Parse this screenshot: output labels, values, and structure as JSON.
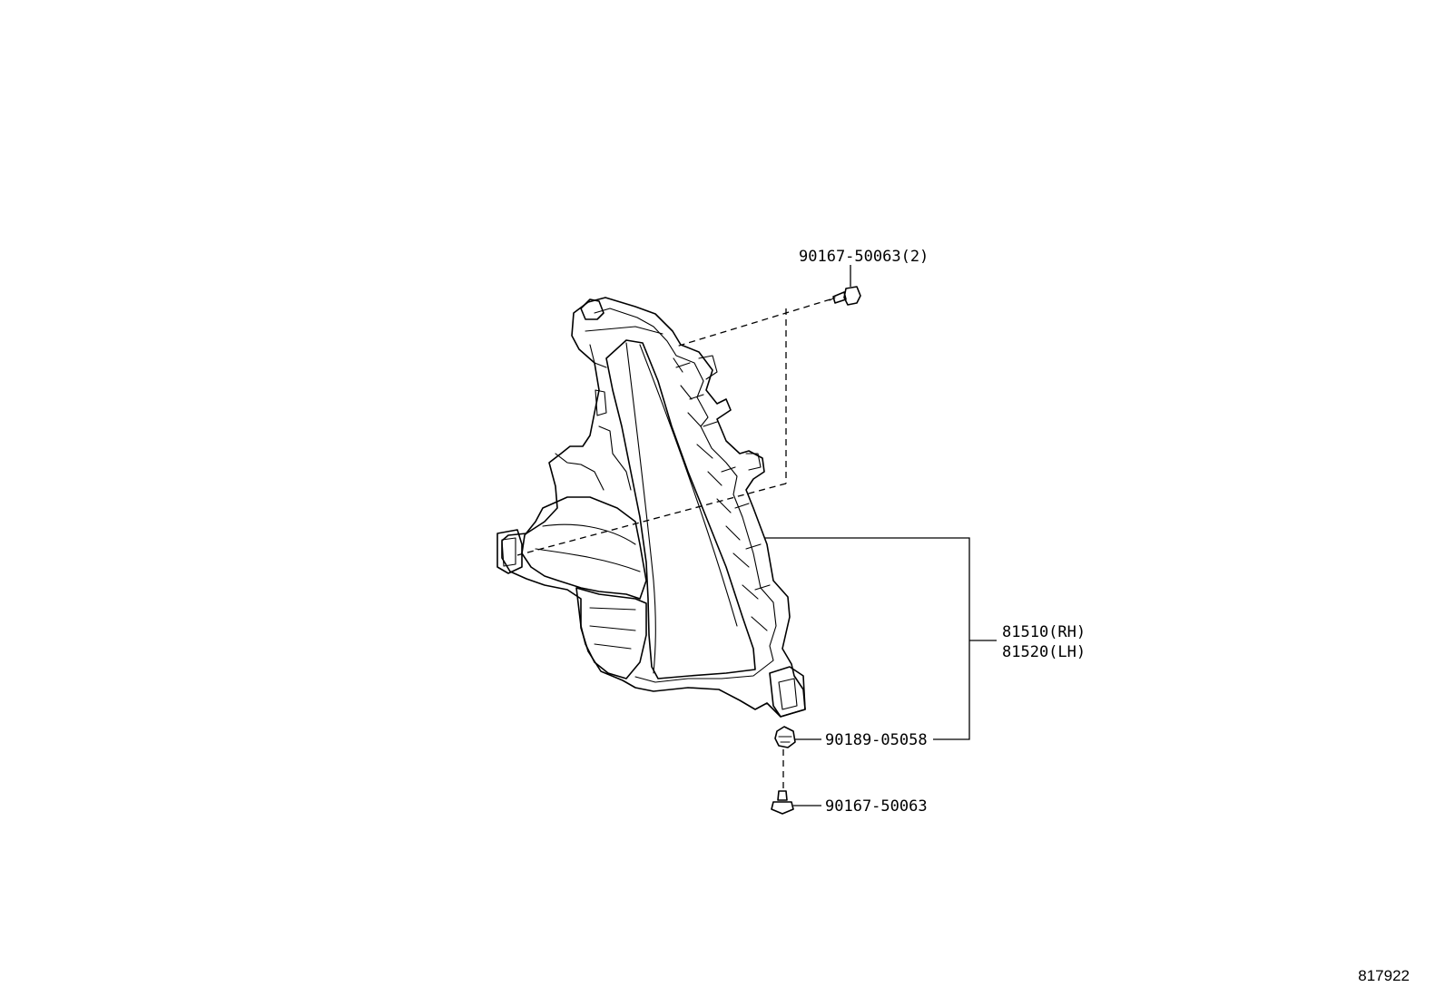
{
  "callouts": {
    "screw_top": "90167-50063(2)",
    "lamp_rh": "81510(RH)",
    "lamp_lh": "81520(LH)",
    "clip_nut": "90189-05058",
    "screw_bottom": "90167-50063"
  },
  "catalog_number": "817922"
}
